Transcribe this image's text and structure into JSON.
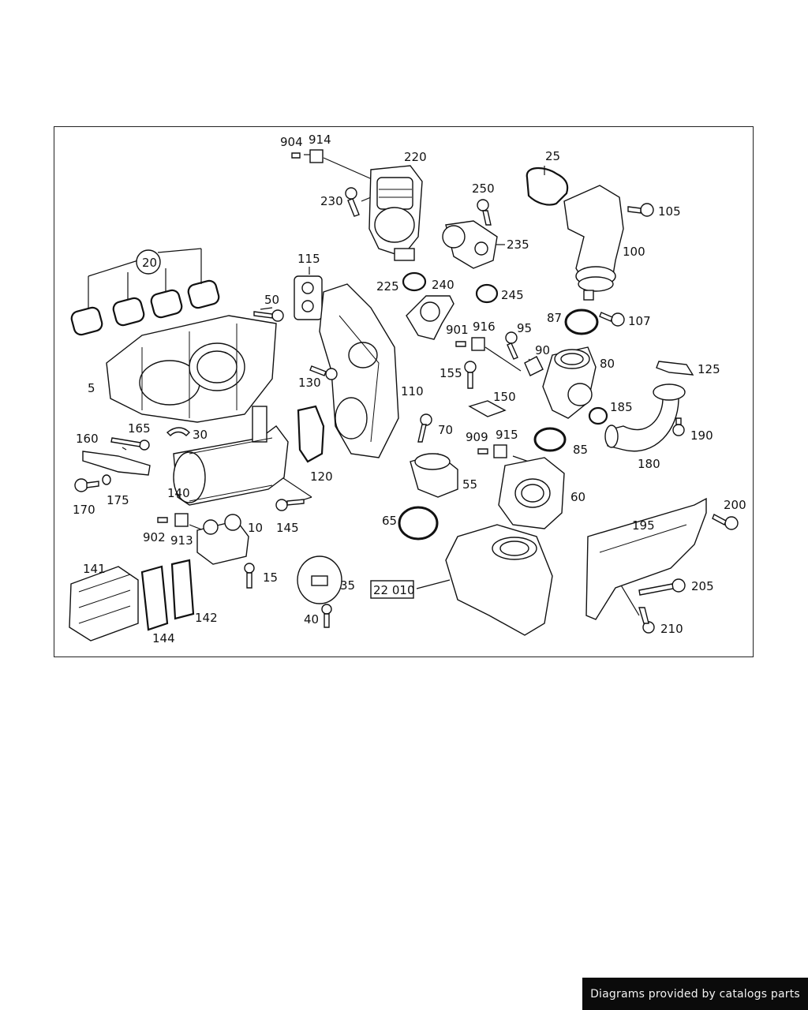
{
  "callouts": [
    {
      "id": "904",
      "text": "904"
    },
    {
      "id": "914",
      "text": "914"
    },
    {
      "id": "220",
      "text": "220"
    },
    {
      "id": "230",
      "text": "230"
    },
    {
      "id": "25",
      "text": "25"
    },
    {
      "id": "250",
      "text": "250"
    },
    {
      "id": "235",
      "text": "235"
    },
    {
      "id": "105",
      "text": "105"
    },
    {
      "id": "100",
      "text": "100"
    },
    {
      "id": "20",
      "text": "20"
    },
    {
      "id": "115",
      "text": "115"
    },
    {
      "id": "225",
      "text": "225"
    },
    {
      "id": "240",
      "text": "240"
    },
    {
      "id": "245",
      "text": "245"
    },
    {
      "id": "50",
      "text": "50"
    },
    {
      "id": "87",
      "text": "87"
    },
    {
      "id": "107",
      "text": "107"
    },
    {
      "id": "901",
      "text": "901"
    },
    {
      "id": "916",
      "text": "916"
    },
    {
      "id": "95",
      "text": "95"
    },
    {
      "id": "90",
      "text": "90"
    },
    {
      "id": "80",
      "text": "80"
    },
    {
      "id": "125",
      "text": "125"
    },
    {
      "id": "5",
      "text": "5"
    },
    {
      "id": "130",
      "text": "130"
    },
    {
      "id": "155",
      "text": "155"
    },
    {
      "id": "110",
      "text": "110"
    },
    {
      "id": "150",
      "text": "150"
    },
    {
      "id": "185",
      "text": "185"
    },
    {
      "id": "165",
      "text": "165"
    },
    {
      "id": "30",
      "text": "30"
    },
    {
      "id": "160",
      "text": "160"
    },
    {
      "id": "70",
      "text": "70"
    },
    {
      "id": "909",
      "text": "909"
    },
    {
      "id": "915",
      "text": "915"
    },
    {
      "id": "190",
      "text": "190"
    },
    {
      "id": "85",
      "text": "85"
    },
    {
      "id": "180",
      "text": "180"
    },
    {
      "id": "175",
      "text": "175"
    },
    {
      "id": "170",
      "text": "170"
    },
    {
      "id": "120",
      "text": "120"
    },
    {
      "id": "55",
      "text": "55"
    },
    {
      "id": "140",
      "text": "140"
    },
    {
      "id": "60",
      "text": "60"
    },
    {
      "id": "200",
      "text": "200"
    },
    {
      "id": "10",
      "text": "10"
    },
    {
      "id": "145",
      "text": "145"
    },
    {
      "id": "65",
      "text": "65"
    },
    {
      "id": "195",
      "text": "195"
    },
    {
      "id": "902",
      "text": "902"
    },
    {
      "id": "913",
      "text": "913"
    },
    {
      "id": "141",
      "text": "141"
    },
    {
      "id": "15",
      "text": "15"
    },
    {
      "id": "35",
      "text": "35"
    },
    {
      "id": "22010",
      "text": "22 010"
    },
    {
      "id": "205",
      "text": "205"
    },
    {
      "id": "142",
      "text": "142"
    },
    {
      "id": "144",
      "text": "144"
    },
    {
      "id": "40",
      "text": "40"
    },
    {
      "id": "210",
      "text": "210"
    }
  ],
  "credit": "Diagrams provided by catalogs parts"
}
